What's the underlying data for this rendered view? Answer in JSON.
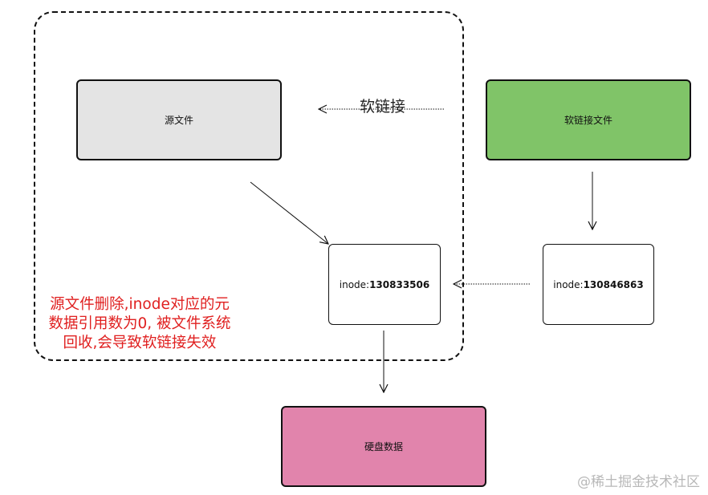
{
  "nodes": {
    "source_file": {
      "label": "源文件",
      "color": "#e4e4e4"
    },
    "symlink_file": {
      "label": "软链接文件",
      "color": "#80c468"
    },
    "inode_source": {
      "prefix": "inode:",
      "number": "130833506",
      "color": "#ffffff"
    },
    "inode_symlink": {
      "prefix": "inode:",
      "number": "130846863",
      "color": "#ffffff"
    },
    "disk_data": {
      "label": "硬盘数据",
      "color": "#e184ac"
    }
  },
  "edges": {
    "symlink_edge_label": "软链接"
  },
  "annotation": {
    "lines": [
      "源文件删除,inode对应的元",
      "数据引用数为0, 被文件系统",
      "回收,会导致软链接失效"
    ],
    "color": "#e02020"
  },
  "watermark": "@稀土掘金技术社区"
}
